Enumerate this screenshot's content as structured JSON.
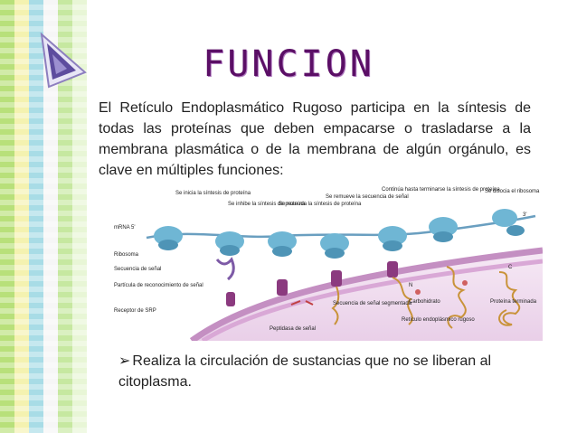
{
  "slide": {
    "title": "FUNCION",
    "intro": "El Retículo Endoplasmático Rugoso participa en la síntesis de todas las proteínas que deben empacarse o trasladarse a la membrana plasmática o de la membrana de algún orgánulo, es clave en múltiples funciones:",
    "bullet_symbol": "➢",
    "bullet": "Realiza la circulación de sustancias que no se liberan al citoplasma."
  },
  "diagram": {
    "step_labels": [
      "Se inicia la síntesis de proteína",
      "Se inhibe la síntesis de proteína",
      "Se reanuda la síntesis de proteína",
      "Se remueve la secuencia de señal",
      "Continúa hasta terminarse la síntesis de proteína",
      "Se disocia el ribosoma"
    ],
    "left_labels": [
      "mRNA 5'",
      "Ribosoma",
      "Secuencia de señal",
      "Partícula de reconocimiento de señal",
      "Receptor de SRP"
    ],
    "bottom_labels": [
      "Peptidasa de señal",
      "Secuencia de señal segmentada",
      "Carbohidrato",
      "Retículo endoplásmico rugoso",
      "Proteína terminada"
    ],
    "end_label": "3'",
    "n_label": "N",
    "c_label": "C"
  },
  "colors": {
    "title": "#5b0f66",
    "ribosome": "#6fb6d4",
    "membrane": "#c48fc2",
    "er_lumen": "#f3e4f2",
    "protein": "#c9933a",
    "mrna": "#6a9fc0"
  }
}
